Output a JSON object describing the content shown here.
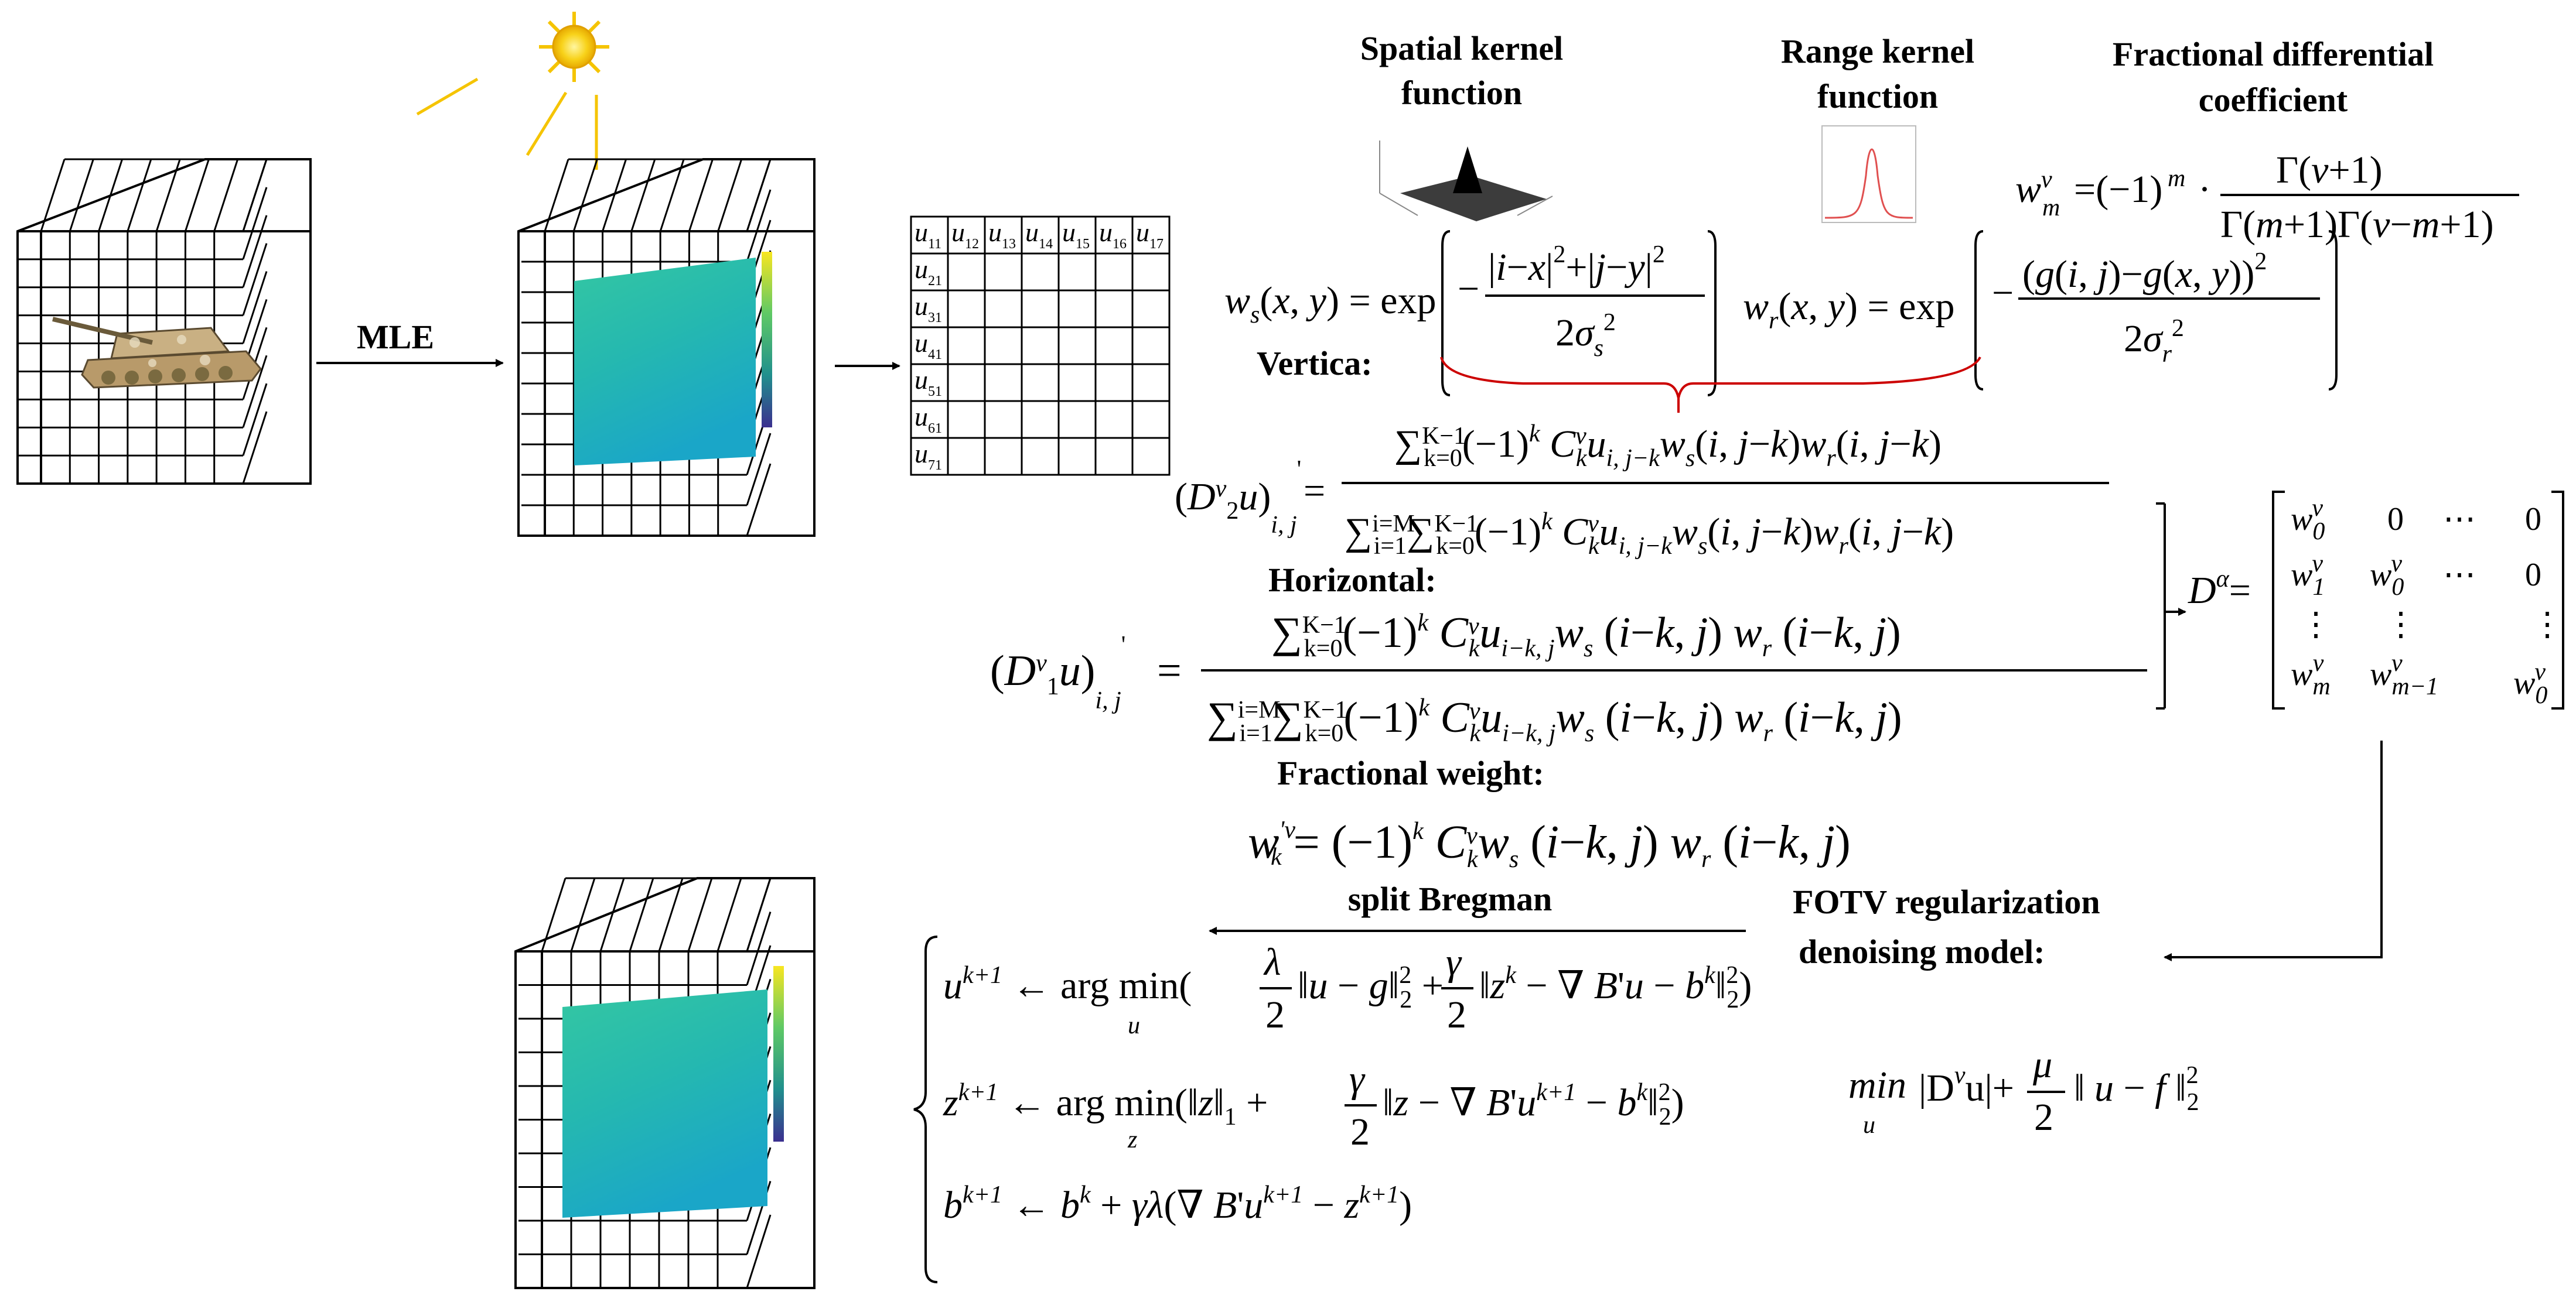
{
  "labels": {
    "mle": "MLE",
    "spatial_kernel_line1": "Spatial kernel",
    "spatial_kernel_line2": "function",
    "range_kernel_line1": "Range kernel",
    "range_kernel_line2": "function",
    "frac_coeff_line1": "Fractional differential",
    "frac_coeff_line2": "coefficient",
    "vertical": "Vertica:",
    "horizontal": "Horizontal:",
    "frac_weight": "Fractional weight:",
    "split_bregman": "split Bregman",
    "fotv_line1": "FOTV regularization",
    "fotv_line2": "denoising model:"
  },
  "matrix": {
    "row1": [
      "u11",
      "u12",
      "u13",
      "u14",
      "u15",
      "u16",
      "u17"
    ],
    "col1": [
      "u21",
      "u31",
      "u41",
      "u51",
      "u61",
      "u71"
    ]
  },
  "colors": {
    "line": "#000000",
    "brace": "#cc0000",
    "sun": "#f5c400",
    "plot_low": "#2ec4a8",
    "plot_high": "#1aa7c9",
    "colorbar_top": "#f8e621",
    "colorbar_bottom": "#3b2f8f",
    "range_curve": "#e05050"
  }
}
